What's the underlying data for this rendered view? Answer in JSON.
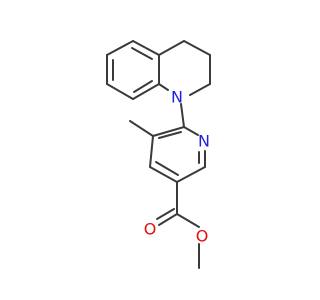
{
  "molecule": {
    "atoms": {
      "n_ring_nitrogen": {
        "label": "N",
        "color": "#1f1fdd"
      },
      "pyridine_nitrogen": {
        "label": "N",
        "color": "#1f1fdd"
      },
      "carbonyl_oxygen": {
        "label": "O",
        "color": "#e01010"
      },
      "ester_oxygen": {
        "label": "O",
        "color": "#e01010"
      }
    },
    "bond_color": "#3a3a3a",
    "background": "#ffffff"
  }
}
